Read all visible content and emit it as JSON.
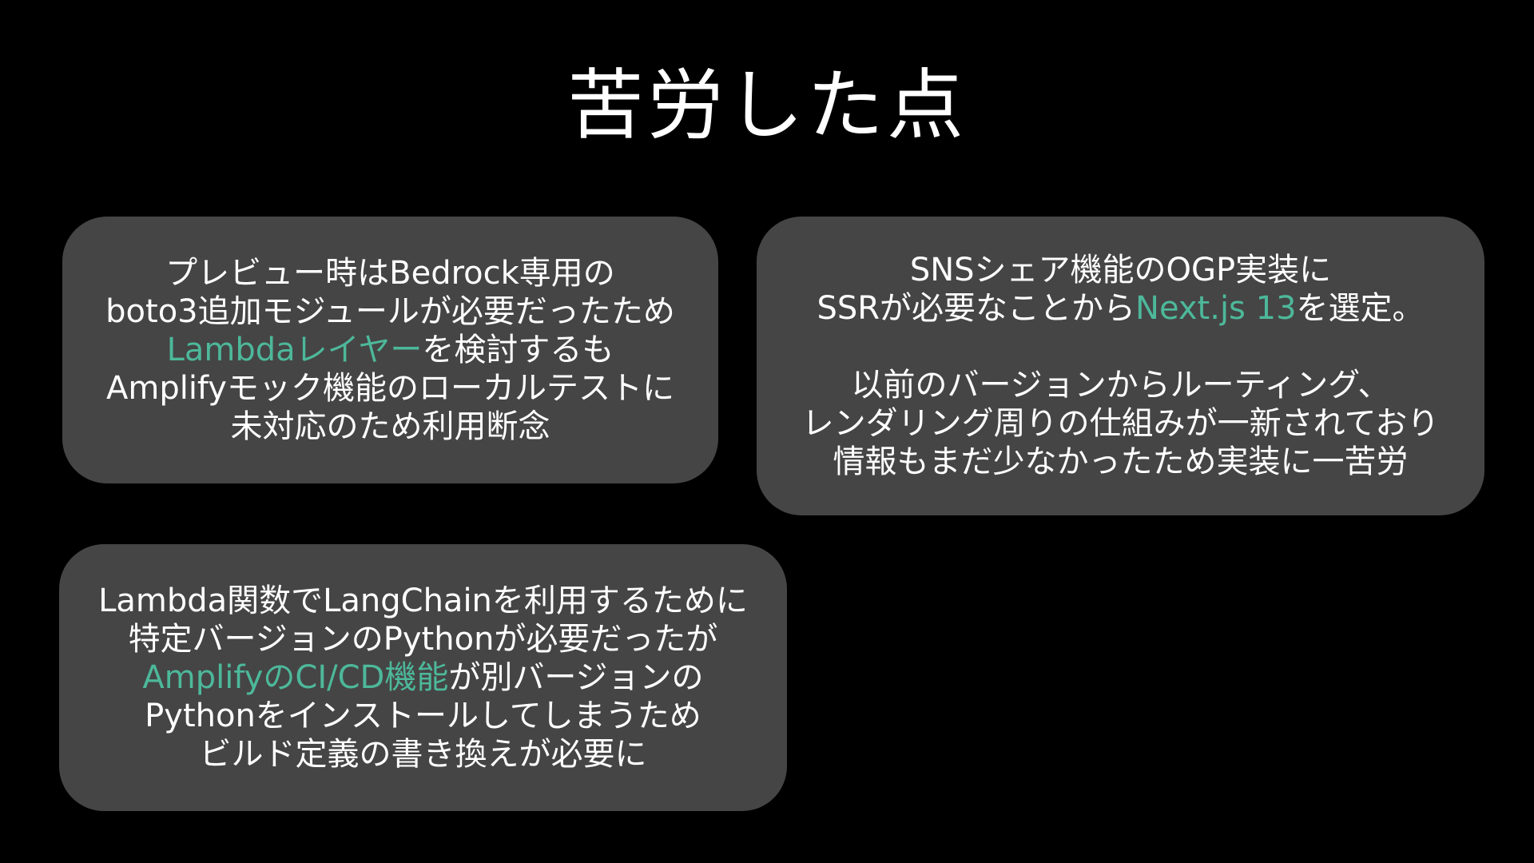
{
  "slide": {
    "title": "苦労した点",
    "accent_color": "#4db89a",
    "card_color": "#454545",
    "background_color": "#000000"
  },
  "cards": [
    {
      "paragraphs": [
        [
          [
            {
              "text": "プレビュー時はBedrock専用の"
            }
          ],
          [
            {
              "text": "boto3追加モジュールが必要だったため"
            }
          ],
          [
            {
              "text": "Lambdaレイヤー",
              "highlight": true
            },
            {
              "text": "を検討するも"
            }
          ],
          [
            {
              "text": "Amplifyモック機能のローカルテストに"
            }
          ],
          [
            {
              "text": "未対応のため利用断念"
            }
          ]
        ]
      ]
    },
    {
      "paragraphs": [
        [
          [
            {
              "text": "SNSシェア機能のOGP実装に"
            }
          ],
          [
            {
              "text": "SSRが必要なことから"
            },
            {
              "text": "Next.js 13",
              "highlight": true
            },
            {
              "text": "を選定。"
            }
          ]
        ],
        [
          [
            {
              "text": "以前のバージョンからルーティング、"
            }
          ],
          [
            {
              "text": "レンダリング周りの仕組みが一新されており"
            }
          ],
          [
            {
              "text": "情報もまだ少なかったため実装に一苦労"
            }
          ]
        ]
      ]
    },
    {
      "paragraphs": [
        [
          [
            {
              "text": "Lambda関数でLangChainを利用するために"
            }
          ],
          [
            {
              "text": "特定バージョンのPythonが必要だったが"
            }
          ],
          [
            {
              "text": "AmplifyのCI/CD機能",
              "highlight": true
            },
            {
              "text": "が別バージョンの"
            }
          ],
          [
            {
              "text": "Pythonをインストールしてしまうため"
            }
          ],
          [
            {
              "text": "ビルド定義の書き換えが必要に"
            }
          ]
        ]
      ]
    }
  ]
}
